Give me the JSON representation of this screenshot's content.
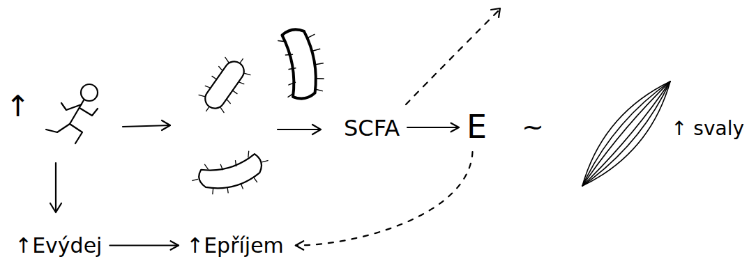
{
  "diagram": {
    "nodes": [
      {
        "text": [
          "SCFA"
        ]
      },
      {
        "text": [
          "E"
        ]
      },
      {
        "text": [
          "↑Evýdej"
        ]
      },
      {
        "text": [
          "↑Epříjem"
        ]
      }
    ],
    "edges": [
      {
        "from": 0,
        "to": 1,
        "arrow": "to"
      },
      {
        "from": 2,
        "to": 3,
        "arrow": "to"
      },
      {
        "from": 1,
        "to": 3,
        "arrow": "to"
      }
    ],
    "labels": [
      "↑",
      "~",
      "↑ svaly"
    ]
  }
}
